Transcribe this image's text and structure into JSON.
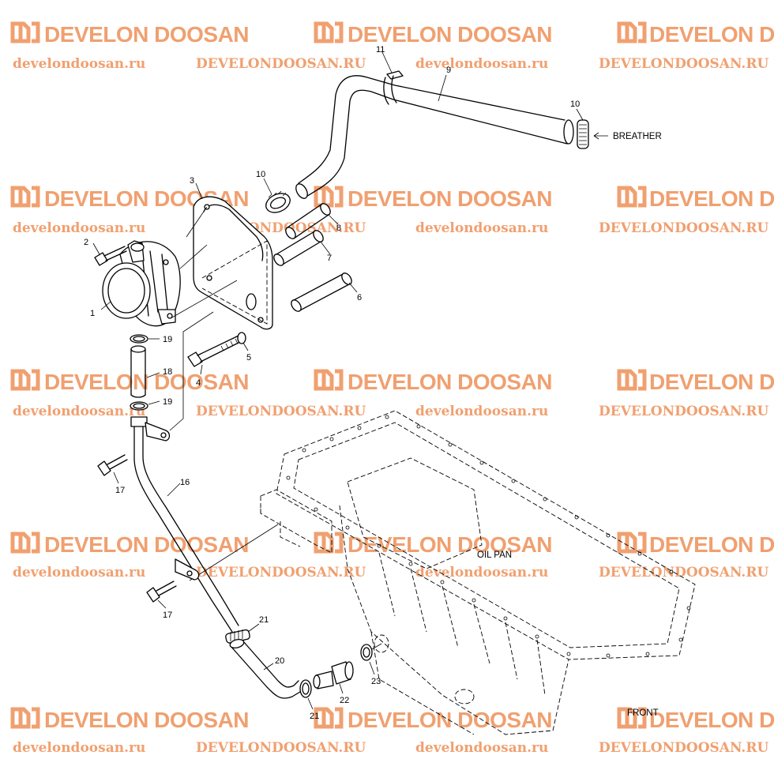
{
  "watermark": {
    "logo_text": "DEVELON DOOSAN",
    "url_lower": "develondoosan.ru",
    "url_upper": "DEVELONDOOSAN.RU",
    "color": "#f0a070"
  },
  "notes": {
    "breather": "BREATHER",
    "oil_pan": "OIL PAN",
    "front": "FRONT"
  },
  "parts": {
    "p1": "1",
    "p2": "2",
    "p3": "3",
    "p4": "4",
    "p5": "5",
    "p6": "6",
    "p7": "7",
    "p8": "8",
    "p9": "9",
    "p10a": "10",
    "p10b": "10",
    "p11": "11",
    "p16": "16",
    "p17a": "17",
    "p17b": "17",
    "p18": "18",
    "p19a": "19",
    "p19b": "19",
    "p20": "20",
    "p21a": "21",
    "p21b": "21",
    "p22": "22",
    "p23": "23"
  }
}
